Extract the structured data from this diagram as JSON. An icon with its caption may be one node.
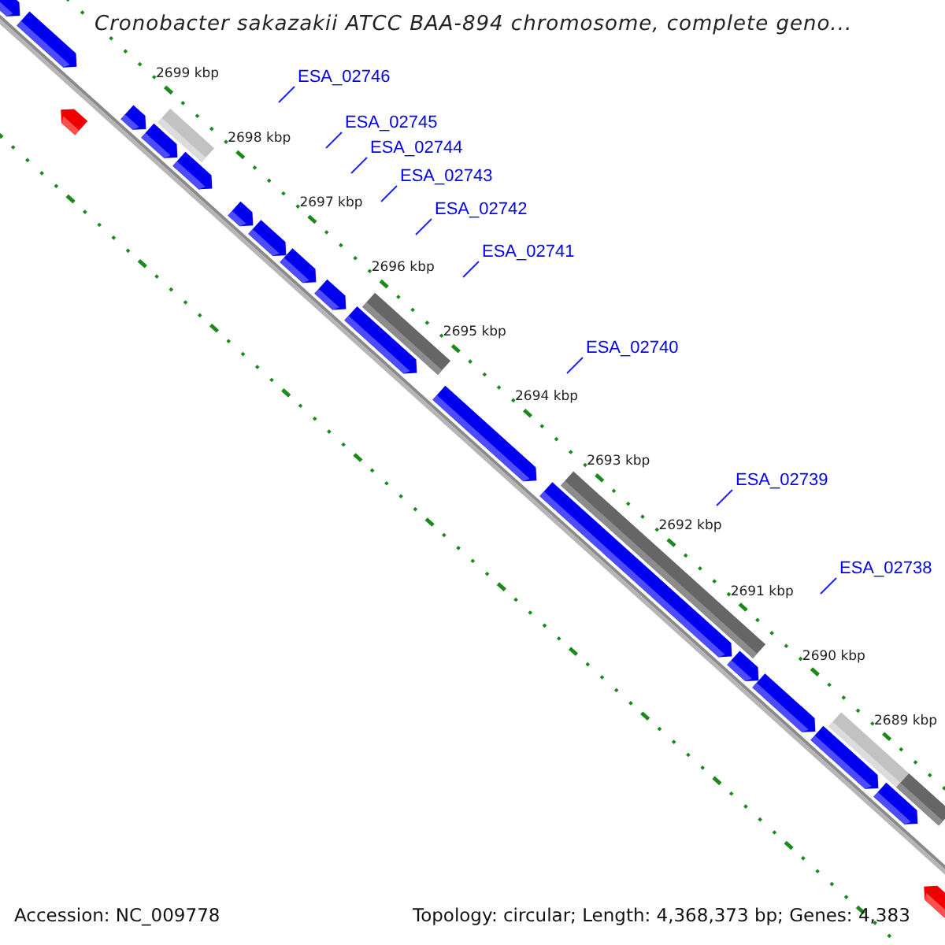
{
  "diagram": {
    "title": "Cronobacter sakazakii ATCC BAA-894 chromosome, complete geno...",
    "nodes": [
      {
        "text": [
          "ESA_02746"
        ]
      },
      {
        "text": [
          "ESA_02745"
        ]
      },
      {
        "text": [
          "ESA_02744"
        ]
      },
      {
        "text": [
          "ESA_02743"
        ]
      },
      {
        "text": [
          "ESA_02742"
        ]
      },
      {
        "text": [
          "ESA_02741"
        ]
      },
      {
        "text": [
          "ESA_02740"
        ]
      },
      {
        "text": [
          "ESA_02739"
        ]
      },
      {
        "text": [
          "ESA_02738"
        ]
      }
    ],
    "edges": [
      {
        "from": 0,
        "to": null,
        "arrow": "none"
      },
      {
        "from": 1,
        "to": null,
        "arrow": "none"
      },
      {
        "from": 2,
        "to": null,
        "arrow": "none"
      },
      {
        "from": 3,
        "to": null,
        "arrow": "none"
      },
      {
        "from": 4,
        "to": null,
        "arrow": "none"
      },
      {
        "from": 5,
        "to": null,
        "arrow": "none"
      },
      {
        "from": 6,
        "to": null,
        "arrow": "none"
      },
      {
        "from": 7,
        "to": null,
        "arrow": "none"
      },
      {
        "from": 8,
        "to": null,
        "arrow": "none"
      }
    ],
    "labels": [
      "2699 kbp",
      "2698 kbp",
      "2697 kbp",
      "2696 kbp",
      "2695 kbp",
      "2694 kbp",
      "2693 kbp",
      "2692 kbp",
      "2691 kbp",
      "2690 kbp",
      "2689 kbp",
      "Accession: NC_009778",
      "Topology: circular; Length: 4,368,373 bp; Genes: 4,383"
    ]
  }
}
